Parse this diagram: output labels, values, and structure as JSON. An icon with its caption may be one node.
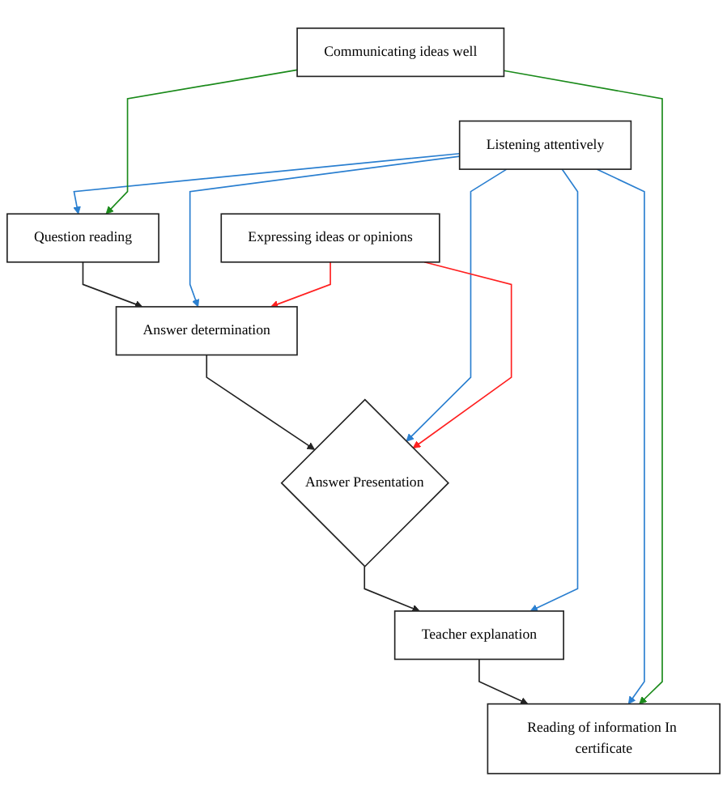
{
  "diagram": {
    "nodes": [
      {
        "text": [
          "Question reading"
        ]
      },
      {
        "text": [
          "Answer determination"
        ]
      },
      {
        "text": [
          "Answer Presentation"
        ]
      },
      {
        "text": [
          "Teacher explanation"
        ]
      },
      {
        "text": [
          "Reading of information In certificate"
        ]
      },
      {
        "text": [
          "Listening attentively"
        ]
      },
      {
        "text": [
          "Expressing ideas or opinions"
        ]
      },
      {
        "text": [
          "Communicating ideas well"
        ]
      }
    ],
    "edges": [
      {
        "from": 0,
        "to": 1,
        "arrow": "to",
        "color": "#222222"
      },
      {
        "from": 1,
        "to": 2,
        "arrow": "to",
        "color": "#222222"
      },
      {
        "from": 2,
        "to": 3,
        "arrow": "to",
        "color": "#222222"
      },
      {
        "from": 3,
        "to": 4,
        "arrow": "to",
        "color": "#222222"
      },
      {
        "from": 5,
        "to": 0,
        "arrow": "to",
        "color": "#2a7fd0"
      },
      {
        "from": 5,
        "to": 1,
        "arrow": "to",
        "color": "#2a7fd0"
      },
      {
        "from": 5,
        "to": 2,
        "arrow": "to",
        "color": "#2a7fd0"
      },
      {
        "from": 5,
        "to": 3,
        "arrow": "to",
        "color": "#2a7fd0"
      },
      {
        "from": 5,
        "to": 4,
        "arrow": "to",
        "color": "#2a7fd0"
      },
      {
        "from": 6,
        "to": 1,
        "arrow": "to",
        "color": "#ff2020"
      },
      {
        "from": 6,
        "to": 2,
        "arrow": "to",
        "color": "#ff2020"
      },
      {
        "from": 7,
        "to": 0,
        "arrow": "to",
        "color": "#1a8a1a"
      },
      {
        "from": 7,
        "to": 4,
        "arrow": "to",
        "color": "#1a8a1a"
      }
    ]
  }
}
